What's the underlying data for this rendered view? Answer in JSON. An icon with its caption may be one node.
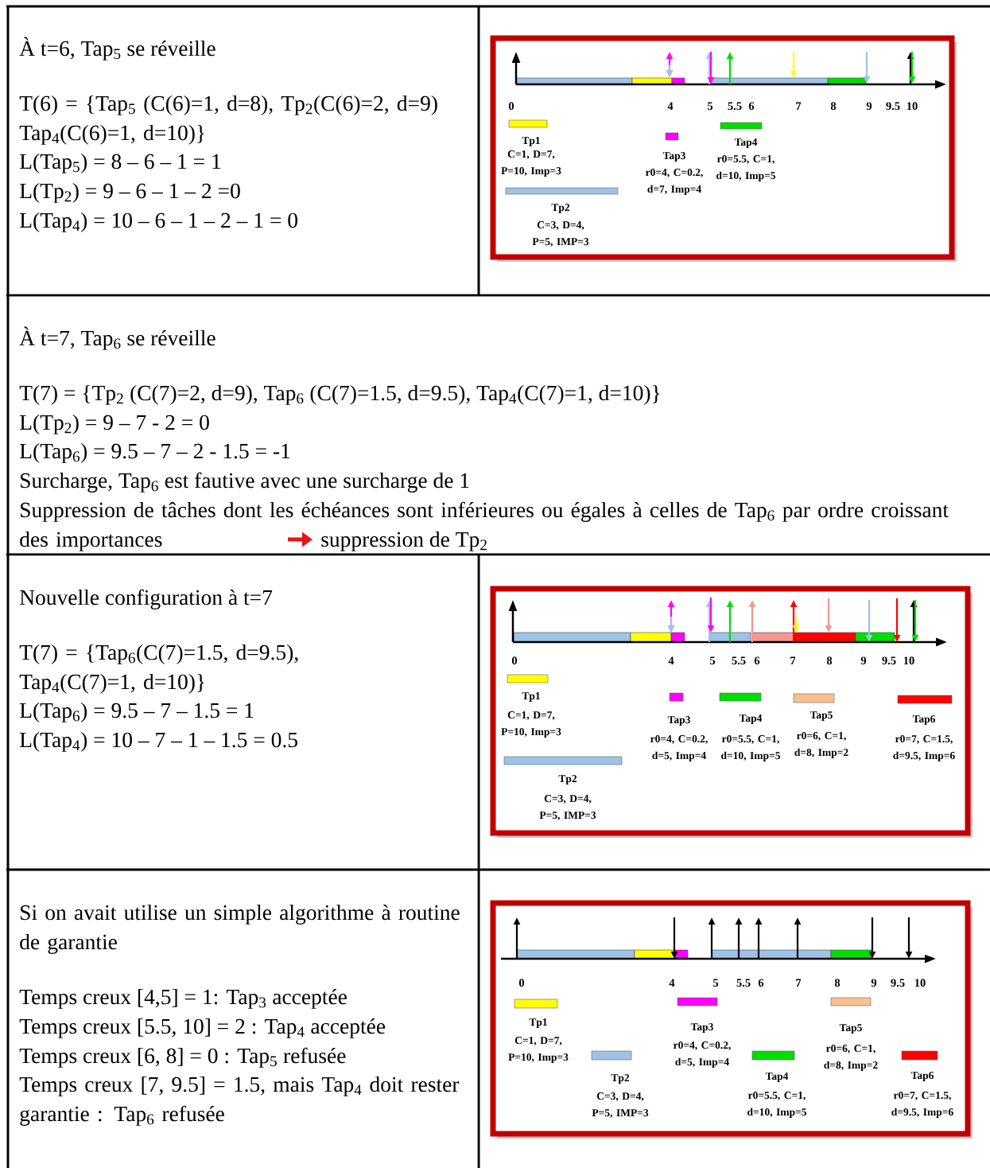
{
  "diagram": {
    "labels": [
      "À t=6, Tap$_{5}$ se réveille",
      "T(6) = {Tap$_{5}$ (C(6)=1, d=8), Tp$_{2}$(C(6)=2, d=9) Tap$_{4}$(C(6)=1, d=10)}",
      "L(Tap$_{5}$) = 8 – 6 – 1 = 1",
      "L(Tp$_{2}$) = 9 – 6 – 1 – 2 =0",
      "L(Tap$_{4}$) = 10 – 6 – 1 – 2 – 1 = 0",
      "0",
      "4",
      "5",
      "5.5",
      "6",
      "7",
      "8",
      "9",
      "9.5",
      "10",
      "C=1, D=7, P=10, Imp=3",
      "r0=4, C=0.2, d=7, Imp=4",
      "r0=5.5, C=1, d=10, Imp=5",
      "C=3, D=4, P=5, IMP=3",
      "À t=7, Tap$_{6}$ se réveille",
      "T(7) = {Tp$_{2}$ (C(7)=2, d=9), Tap$_{6}$ (C(7)=1.5, d=9.5), Tap$_{4}$(C(7)=1, d=10)}",
      "L(Tp$_{2}$) = 9 – 7 - 2 = 0",
      "L(Tap$_{6}$) = 9.5 – 7 – 2 - 1.5 = -1",
      "Surcharge, Tap$_{6}$ est fautive avec une surcharge de 1",
      "Suppression de tâches dont les échéances sont inférieures ou égales à celles de Tap$_{6}$ par ordre croissant des importances",
      "suppression de Tp$_{2}$",
      "Nouvelle configuration à t=7",
      "T(7) = {Tap$_{6}$(C(7)=1.5, d=9.5), Tap$_{4}$(C(7)=1, d=10)}",
      "L(Tap$_{6}$) = 9.5 – 7 – 1.5 = 1",
      "L(Tap$_{4}$) = 10 – 7 – 1 – 1.5 = 0.5",
      "0",
      "4",
      "5",
      "5.5",
      "6",
      "7",
      "8",
      "9",
      "9.5",
      "10",
      "C=1, D=7, P=10, Imp=3",
      "r0=4, C=0.2, d=5, Imp=4",
      "r0=5.5, C=1, d=10, Imp=5",
      "r0=6, C=1, d=8, Imp=2",
      "r0=7, C=1.5, d=9.5, Imp=6",
      "C=3, D=4, P=5, IMP=3",
      "Si on avait utilise un simple algorithme à routine de garantie",
      "Temps creux [4,5] = 1: Tap$_{3}$ acceptée",
      "Temps creux [5.5, 10] = 2 : Tap$_{4}$ acceptée",
      "Temps creux [6, 8] = 0 : Tap$_{5}$ refusée",
      "Temps creux [7, 9.5] = 1.5, mais Tap$_{4}$ doit rester garantie : Tap$_{6}$ refusée",
      "0",
      "4",
      "5",
      "5.5",
      "6",
      "7",
      "8",
      "9",
      "9.5",
      "10",
      "C=1, D=7, P=10, Imp=3",
      "r0=4, C=0.2, d=5, Imp=4",
      "r0=6, C=1, d=8, Imp=2",
      "C=3, D=4, P=5, IMP=3",
      "r0=5.5, C=1, d=10, Imp=5",
      "r0=7, C=1.5, d=9.5, Imp=6"
    ],
    "legend": [
      {
        "text": "Tp1",
        "color": "#ffff00"
      },
      {
        "text": "Tap3",
        "color": "#ff00ff"
      },
      {
        "text": "Tap4",
        "color": "#00dd00"
      },
      {
        "text": "Tp2",
        "color": "#9dc3e6"
      },
      {
        "text": "Tp1",
        "color": "#ffff00"
      },
      {
        "text": "Tap3",
        "color": "#ff00ff"
      },
      {
        "text": "Tap4",
        "color": "#00dd00"
      },
      {
        "text": "Tap5",
        "color": "#fac090"
      },
      {
        "text": "Tap6",
        "color": "#ff0000"
      },
      {
        "text": "Tp2",
        "color": "#9dc3e6"
      },
      {
        "text": "Tp1",
        "color": "#ffff00"
      },
      {
        "text": "Tap3",
        "color": "#ff00ff"
      },
      {
        "text": "Tap5",
        "color": "#fac090"
      },
      {
        "text": "Tp2",
        "color": "#9dc3e6"
      },
      {
        "text": "Tap4",
        "color": "#00dd00"
      },
      {
        "text": "Tap6",
        "color": "#ff0000"
      }
    ]
  }
}
